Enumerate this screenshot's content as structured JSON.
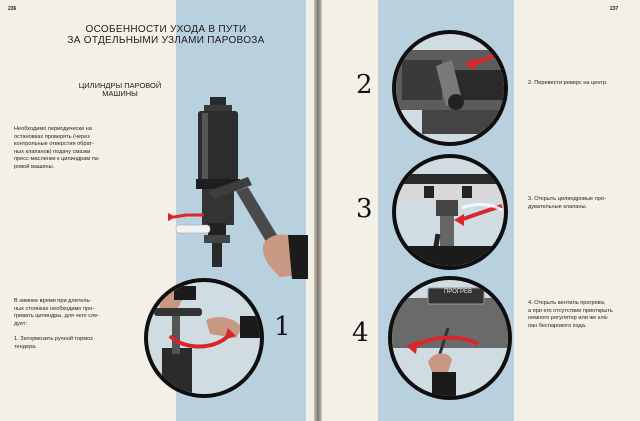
{
  "left_page": {
    "page_number": "236",
    "title_line1": "ОСОБЕННОСТИ УХОДА В ПУТИ",
    "title_line2": "ЗА ОТДЕЛЬНЫМИ УЗЛАМИ ПАРОВОЗА",
    "subtitle_line1": "ЦИЛИНДРЫ ПАРОВОЙ",
    "subtitle_line2": "МАШИНЫ",
    "paragraph1_lines": [
      "Необходимо периодически на",
      "остановках проверять (через",
      "контрольные отверстия обрат-",
      "ных клапанов) подачу смазки",
      "пресс-масленки к цилиндрам па-",
      "ровой машины."
    ],
    "paragraph2_lines": [
      "В зимнее время при длитель-",
      "ных стоянках необходимо про-",
      "гревать цилиндры, для чего сле-",
      "дует:"
    ],
    "step1_text_lines": [
      "1. Затормозить ручной тормоз",
      "тендера."
    ],
    "step1_number": "1"
  },
  "right_page": {
    "page_number": "237",
    "steps": [
      {
        "number": "2",
        "text_lines": [
          "2. Перевести реверс на центр."
        ]
      },
      {
        "number": "3",
        "text_lines": [
          "3. Открыть цилиндровые про-",
          "дувательные клапаны."
        ]
      },
      {
        "number": "4",
        "text_lines": [
          "4. Открыть вентиль прогрева,",
          "а при его отсутствии приоткрыть",
          "немного регулятор или же кла-",
          "пан беспарового хода."
        ]
      }
    ],
    "valve_label": "ПРОГРЕВ"
  },
  "colors": {
    "page": "#f3f0e8",
    "blue_panel": "#b9d0de",
    "accent_red": "#d9262b",
    "ink": "#111111"
  }
}
